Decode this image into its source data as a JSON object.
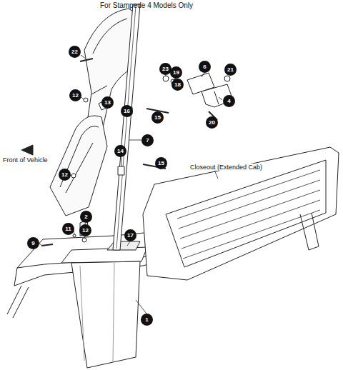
{
  "diagram": {
    "title": "For Stampede 4 Models Only",
    "labels": [
      "22",
      "23",
      "19",
      "18",
      "6",
      "21",
      "4",
      "20",
      "12",
      "13",
      "16",
      "15",
      "7",
      "14",
      "12",
      "15",
      "11",
      "12",
      "2",
      "9",
      "17",
      "1",
      "Front of Vehicle",
      "Closeout (Extended Cab)"
    ]
  }
}
